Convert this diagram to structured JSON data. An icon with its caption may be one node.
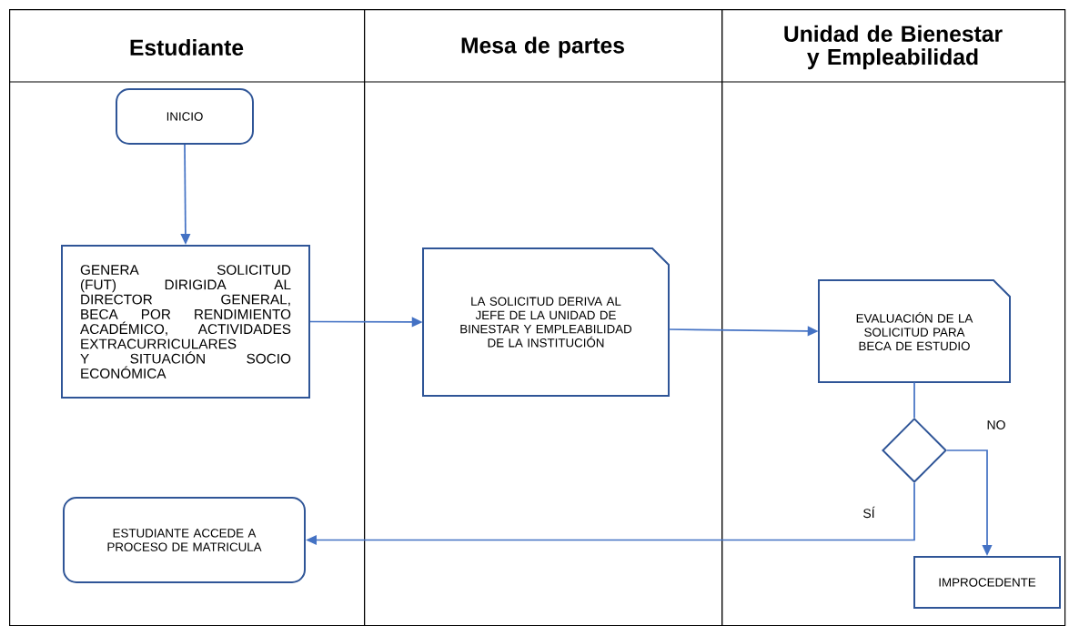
{
  "diagram": {
    "nodes": [
      {
        "text": [
          "Estudiante"
        ]
      },
      {
        "text": [
          "Mesa de partes"
        ]
      },
      {
        "text": [
          "Unidad de Bienestar y Empleabilidad"
        ]
      },
      {
        "text": [
          "INICIO"
        ],
        "in": 0
      },
      {
        "text": [
          "GENERA SOLICITUD (FUT) DIRIGIDA AL DIRECTOR GENERAL, BECA POR RENDIMIENTO ACADÉMICO, ACTIVIDADES EXTRACURRICULARES Y SITUACIÓN SOCIO ECONÓMICA"
        ],
        "in": 0
      },
      {
        "text": [
          "LA SOLICITUD DERIVA AL JEFE DE LA UNIDAD DE BINESTAR Y EMPLEABILIDAD DE LA INSTITUCIÓN"
        ],
        "in": 1
      },
      {
        "text": [
          "EVALUACIÓN DE LA SOLICITUD PARA BECA DE ESTUDIO"
        ],
        "in": 2
      },
      {
        "text": [],
        "shape": "diamond",
        "in": 2
      },
      {
        "text": [
          "IMPROCEDENTE"
        ],
        "in": 2
      },
      {
        "text": [
          "ESTUDIANTE ACCEDE A PROCESO DE MATRICULA"
        ],
        "in": 0
      }
    ],
    "edges": [
      {
        "from": 3,
        "to": 4,
        "arrow": "to"
      },
      {
        "from": 4,
        "to": 5,
        "arrow": "to"
      },
      {
        "from": 5,
        "to": 6,
        "arrow": "to"
      },
      {
        "from": 6,
        "to": 7,
        "arrow": "none"
      },
      {
        "from": 7,
        "to": 8,
        "arrow": "to",
        "label": "NO"
      },
      {
        "from": 7,
        "to": 9,
        "arrow": "to",
        "label": "SÍ"
      }
    ]
  }
}
